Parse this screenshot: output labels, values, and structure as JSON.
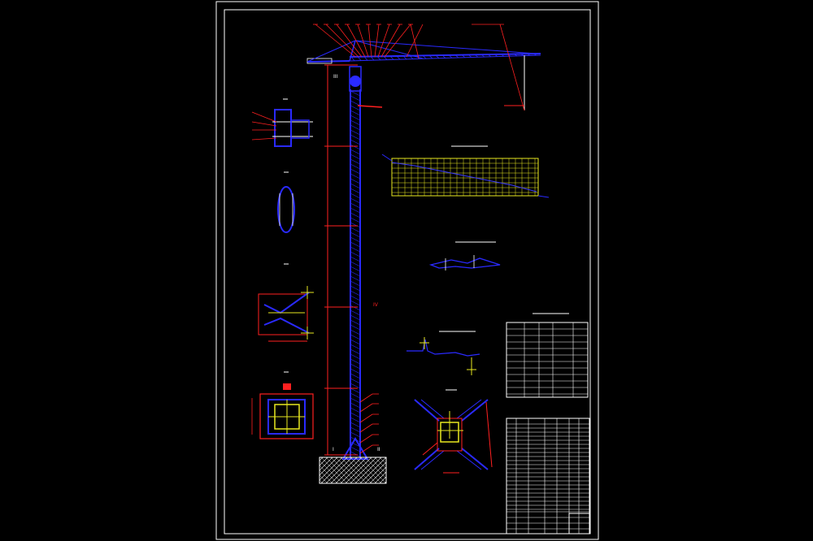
{
  "colors": {
    "background": "#000000",
    "frame": "#ffffff",
    "structure": "#2a2aff",
    "dimension": "#ff2020",
    "grid": "#e8e820",
    "title_block": "#ffffff"
  },
  "detail_markers": [
    "I",
    "II",
    "III",
    "IV"
  ]
}
